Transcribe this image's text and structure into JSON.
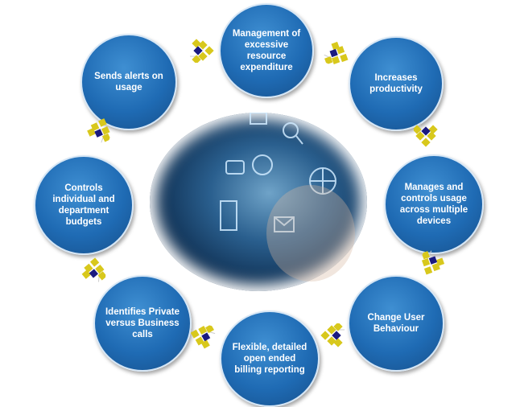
{
  "nodes": [
    {
      "label": "Management of excessive resource expenditure"
    },
    {
      "label": "Increases productivity"
    },
    {
      "label": "Manages and controls usage across multiple devices"
    },
    {
      "label": "Change User Behaviour"
    },
    {
      "label": "Flexible, detailed open ended billing reporting"
    },
    {
      "label": "Identifies Private versus Business calls"
    },
    {
      "label": "Controls individual and department budgets"
    },
    {
      "label": "Sends alerts on usage"
    }
  ],
  "colors": {
    "node": "#1f6bb4",
    "arrow_yellow": "#d8c81c",
    "arrow_navy": "#1a1a80"
  }
}
